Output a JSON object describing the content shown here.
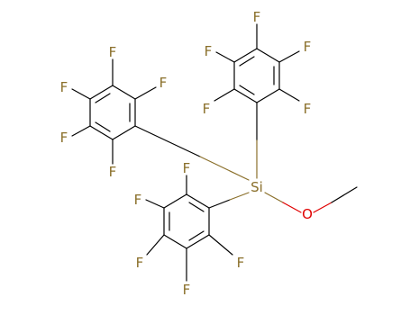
{
  "molecule": {
    "atoms": {
      "silicon": "Si",
      "oxygen": "O",
      "fluorine": "F"
    },
    "colors": {
      "carbon_bond": "#000000",
      "silicon": "#8a6f2a",
      "fluorine": "#8a6f2a",
      "oxygen": "#e00000",
      "background": "#ffffff"
    }
  }
}
